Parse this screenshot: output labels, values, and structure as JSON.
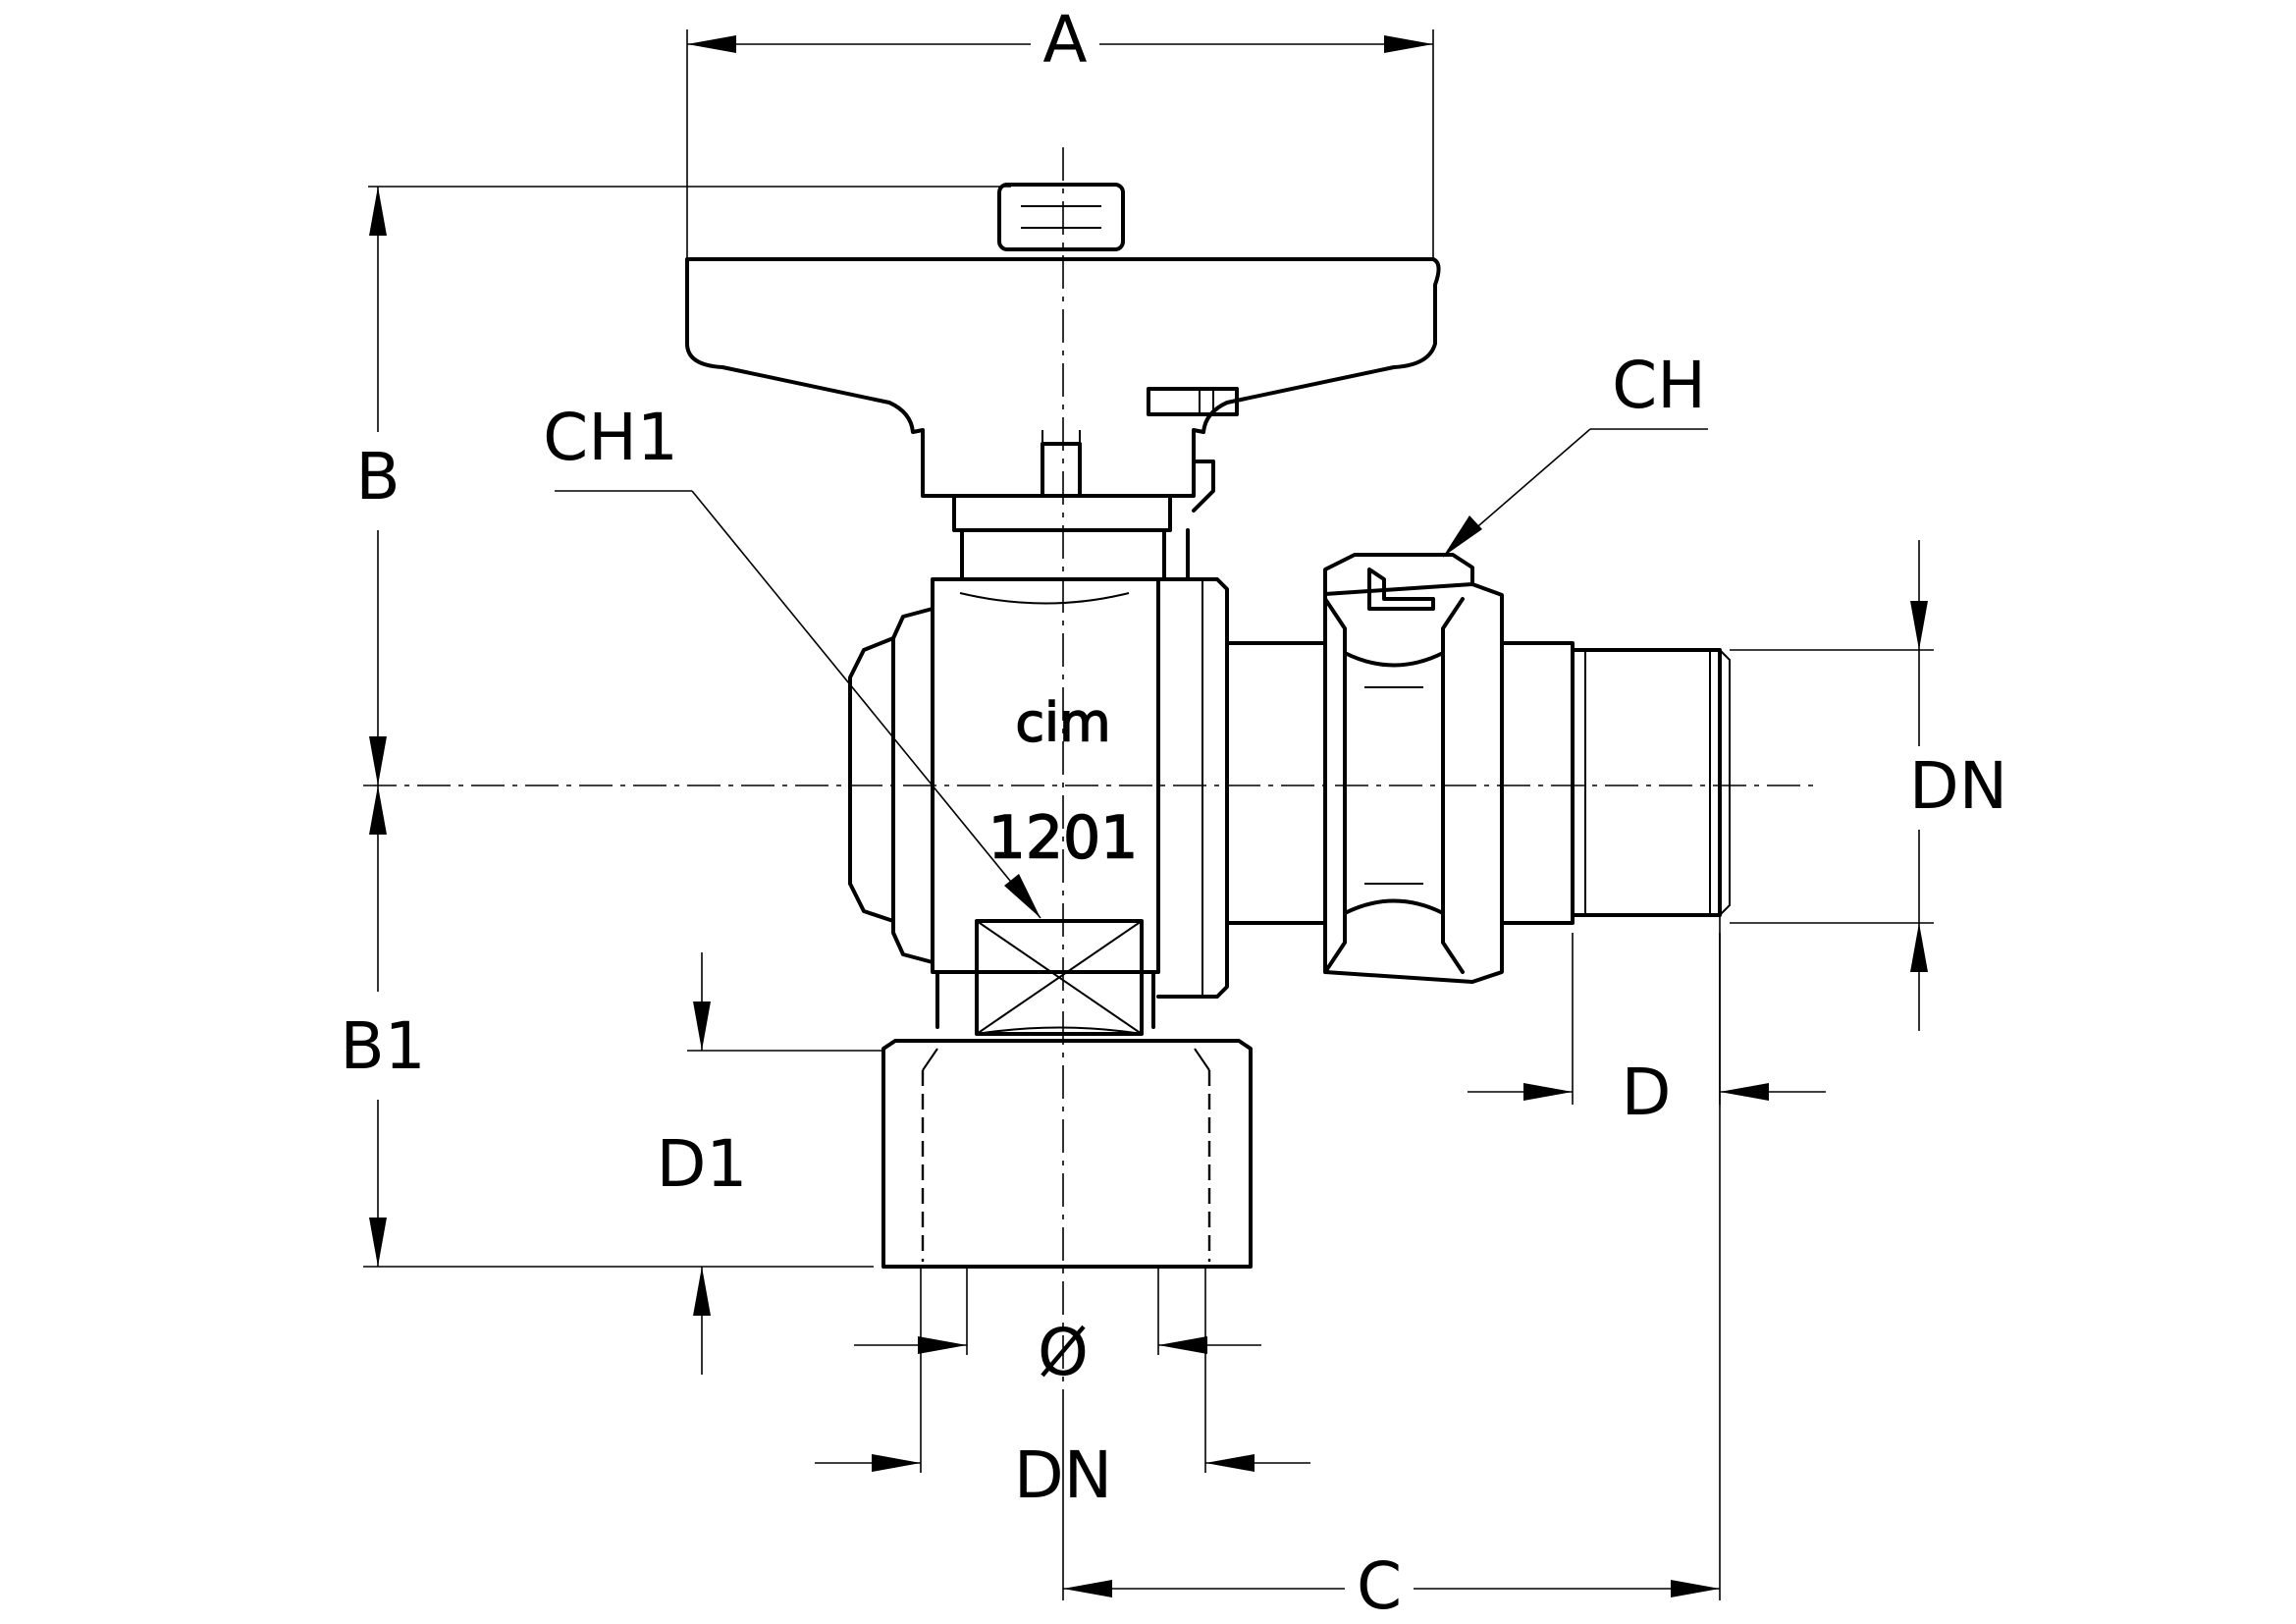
{
  "drawing": {
    "dimension_labels": {
      "a": "A",
      "b": "B",
      "b1": "B1",
      "c": "C",
      "ch": "CH",
      "ch1": "CH1",
      "d": "D",
      "d1": "D1",
      "dn_right": "DN",
      "dn_bottom": "DN",
      "diameter": "Ø"
    },
    "body_markings": {
      "brand": "cim",
      "model": "1201"
    },
    "line_color": "#000000",
    "background_color": "#ffffff"
  }
}
